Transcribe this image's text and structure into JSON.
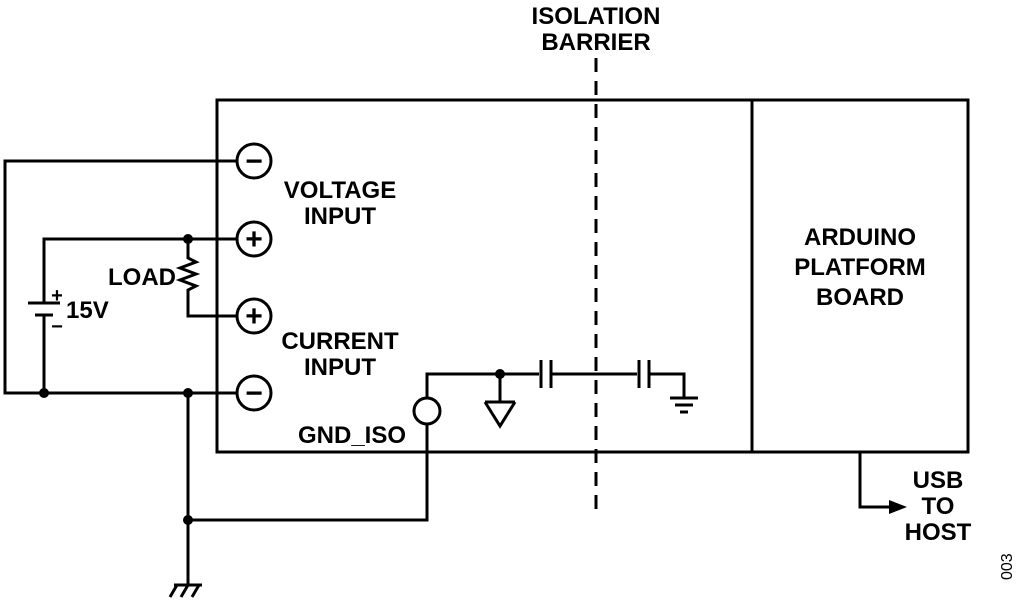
{
  "barrier": {
    "line1": "ISOLATION",
    "line2": "BARRIER"
  },
  "terminals": {
    "voltage_neg_symbol": "−",
    "voltage_pos_symbol": "+",
    "current_pos_symbol": "+",
    "current_neg_symbol": "−"
  },
  "labels": {
    "voltage_input_1": "VOLTAGE",
    "voltage_input_2": "INPUT",
    "current_input_1": "CURRENT",
    "current_input_2": "INPUT",
    "gnd_iso": "GND_ISO",
    "load": "LOAD",
    "battery_value": "15V",
    "battery_plus": "+",
    "battery_minus": "−"
  },
  "arduino": {
    "line1": "ARDUINO",
    "line2": "PLATFORM",
    "line3": "BOARD"
  },
  "usb": {
    "line1": "USB",
    "line2": "TO",
    "line3": "HOST"
  },
  "figure_number": "003"
}
